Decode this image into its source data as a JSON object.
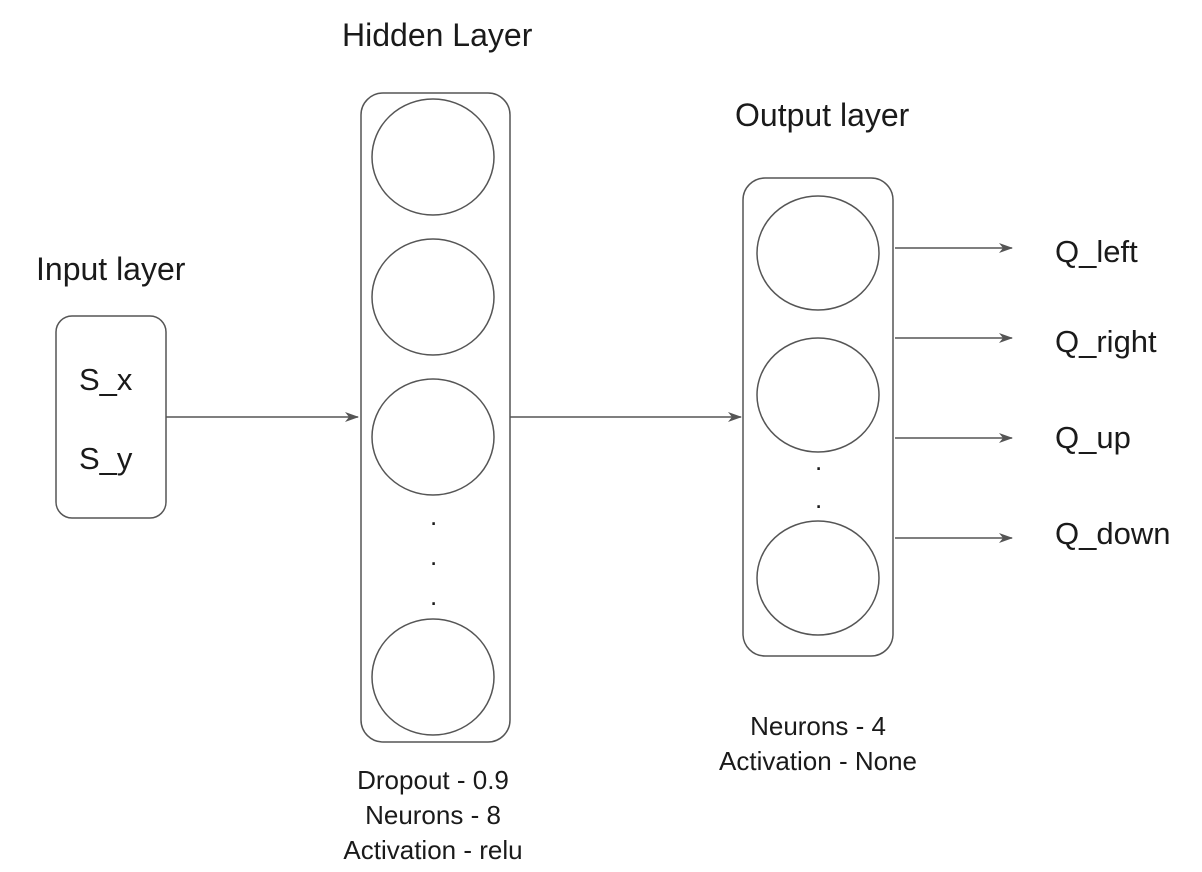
{
  "input_layer": {
    "title": "Input layer",
    "inputs": [
      "S_x",
      "S_y"
    ]
  },
  "hidden_layer": {
    "title": "Hidden Layer",
    "ellipsis": ".",
    "notes": [
      "Dropout - 0.9",
      "Neurons - 8",
      "Activation - relu"
    ]
  },
  "output_layer": {
    "title": "Output layer",
    "ellipsis": ".",
    "notes": [
      "Neurons - 4",
      "Activation - None"
    ],
    "outputs": [
      "Q_left",
      "Q_right",
      "Q_up",
      "Q_down"
    ]
  },
  "colors": {
    "stroke": "#555555",
    "text": "#1a1a1a",
    "background": "#ffffff"
  }
}
